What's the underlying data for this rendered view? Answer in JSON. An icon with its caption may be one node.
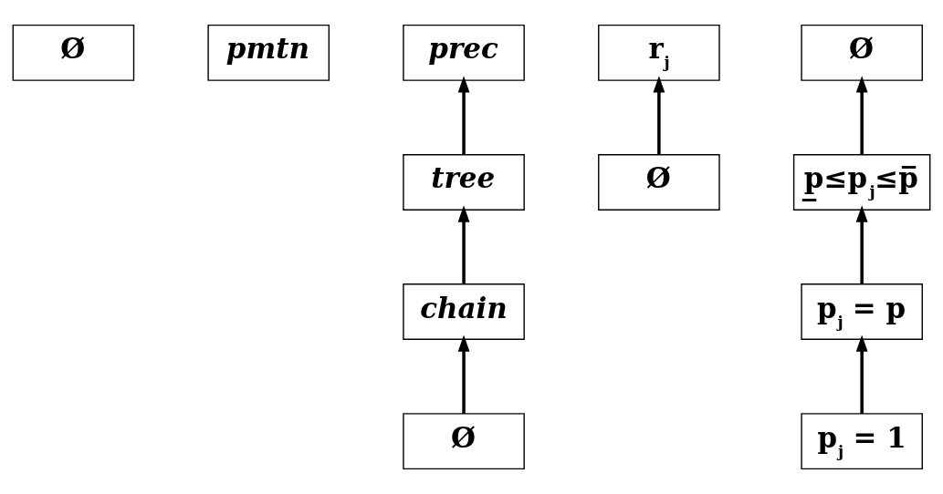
{
  "diagram": {
    "nodes": [
      {
        "text": [
          "Ø"
        ]
      },
      {
        "text": [
          "pmtn"
        ]
      },
      {
        "text": [
          "prec"
        ]
      },
      {
        "text": [
          "r$_{j}$"
        ]
      },
      {
        "text": [
          "Ø"
        ]
      },
      {
        "text": [
          "tree"
        ]
      },
      {
        "text": [
          "Ø"
        ]
      },
      {
        "text": [
          "p̲≤p$_{j}$≤p̅"
        ]
      },
      {
        "text": [
          "chain"
        ]
      },
      {
        "text": [
          "p$_{j}$ = p"
        ]
      },
      {
        "text": [
          "Ø"
        ]
      },
      {
        "text": [
          "p$_{j}$ = 1"
        ]
      }
    ],
    "edges": [
      {
        "from": 5,
        "to": 2,
        "arrow": "to"
      },
      {
        "from": 8,
        "to": 5,
        "arrow": "to"
      },
      {
        "from": 10,
        "to": 8,
        "arrow": "to"
      },
      {
        "from": 6,
        "to": 3,
        "arrow": "to"
      },
      {
        "from": 7,
        "to": 4,
        "arrow": "to"
      },
      {
        "from": 9,
        "to": 7,
        "arrow": "to"
      },
      {
        "from": 11,
        "to": 9,
        "arrow": "to"
      }
    ]
  }
}
